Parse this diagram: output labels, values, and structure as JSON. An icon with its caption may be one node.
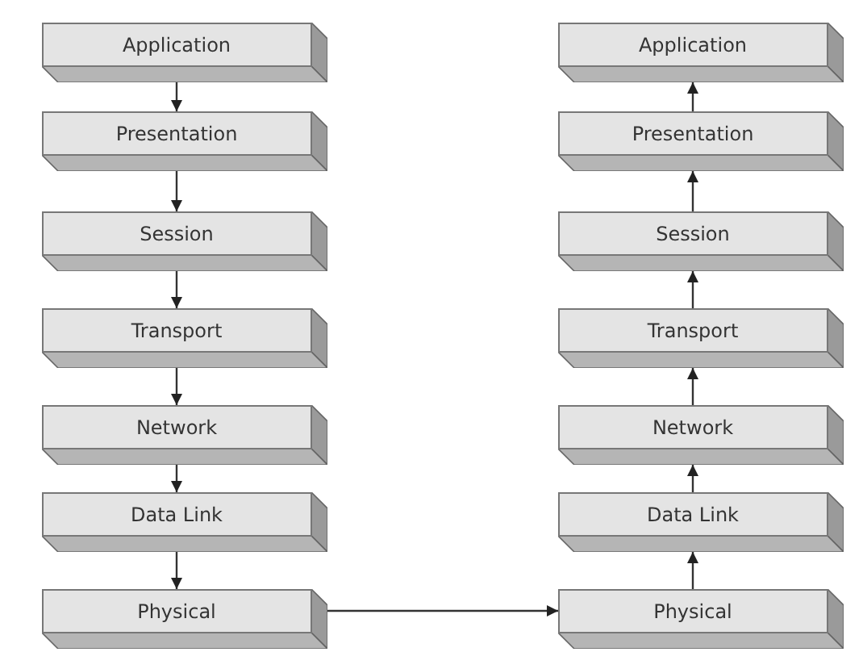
{
  "diagram": {
    "nodes": [
      {
        "text": [
          "Application"
        ]
      },
      {
        "text": [
          "Presentation"
        ]
      },
      {
        "text": [
          "Session"
        ]
      },
      {
        "text": [
          "Transport"
        ]
      },
      {
        "text": [
          "Network"
        ]
      },
      {
        "text": [
          "Data Link"
        ]
      },
      {
        "text": [
          "Physical"
        ]
      },
      {
        "text": [
          "Application"
        ]
      },
      {
        "text": [
          "Presentation"
        ]
      },
      {
        "text": [
          "Session"
        ]
      },
      {
        "text": [
          "Transport"
        ]
      },
      {
        "text": [
          "Network"
        ]
      },
      {
        "text": [
          "Data Link"
        ]
      },
      {
        "text": [
          "Physical"
        ]
      }
    ],
    "edges": [
      {
        "from": 0,
        "to": 1,
        "arrow": "to"
      },
      {
        "from": 1,
        "to": 2,
        "arrow": "to"
      },
      {
        "from": 2,
        "to": 3,
        "arrow": "to"
      },
      {
        "from": 3,
        "to": 4,
        "arrow": "to"
      },
      {
        "from": 4,
        "to": 5,
        "arrow": "to"
      },
      {
        "from": 5,
        "to": 6,
        "arrow": "to"
      },
      {
        "from": 6,
        "to": 13,
        "arrow": "to"
      },
      {
        "from": 13,
        "to": 12,
        "arrow": "to"
      },
      {
        "from": 12,
        "to": 11,
        "arrow": "to"
      },
      {
        "from": 11,
        "to": 10,
        "arrow": "to"
      },
      {
        "from": 10,
        "to": 9,
        "arrow": "to"
      },
      {
        "from": 9,
        "to": 8,
        "arrow": "to"
      },
      {
        "from": 8,
        "to": 7,
        "arrow": "to"
      }
    ]
  }
}
